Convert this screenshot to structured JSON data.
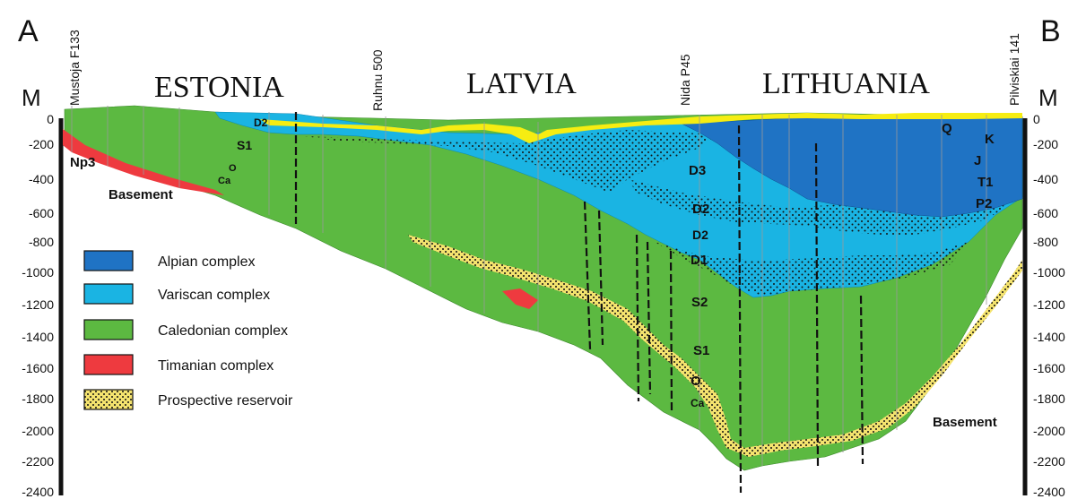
{
  "section": {
    "left_end_label": "A",
    "right_end_label": "B",
    "depth_unit": "M",
    "depth_ticks": [
      "0",
      "-200",
      "-400",
      "-600",
      "-800",
      "-1000",
      "-1200",
      "-1400",
      "-1600",
      "-1800",
      "-2000",
      "-2200",
      "-2400"
    ],
    "right_depth_ticks": [
      "0",
      "-200",
      "-400",
      "-600",
      "-800",
      "-1000",
      "-1200",
      "-1400",
      "-1600",
      "-1800",
      "-2000",
      "-2200",
      "-2400"
    ],
    "countries": [
      "ESTONIA",
      "LATVIA",
      "LITHUANIA"
    ],
    "wells": [
      "Mustoja F133",
      "Ruhnu 500",
      "Nida P45",
      "Pilviskiai 141"
    ],
    "unit_labels": [
      "Np3",
      "Basement",
      "D2",
      "S1",
      "O",
      "Ca",
      "D3",
      "D2",
      "D2",
      "D1",
      "S2",
      "S1",
      "O",
      "Ca",
      "Q",
      "K",
      "J",
      "T1",
      "P2",
      "Basement"
    ]
  },
  "legend": {
    "items": [
      {
        "label": "Alpian complex",
        "color": "#1f73c4",
        "pattern": "solid"
      },
      {
        "label": "Variscan complex",
        "color": "#1ab4e3",
        "pattern": "solid"
      },
      {
        "label": "Caledonian complex",
        "color": "#5cb941",
        "pattern": "solid"
      },
      {
        "label": "Timanian complex",
        "color": "#ee3a3f",
        "pattern": "solid"
      },
      {
        "label": "Prospective reservoir",
        "color": "#f4e36e",
        "pattern": "dots"
      }
    ]
  },
  "colors": {
    "alpian": "#1f73c4",
    "variscan": "#1ab4e3",
    "caledonian": "#5cb941",
    "timanian": "#ee3a3f",
    "quaternary": "#f6ed12",
    "reservoir": "#f4e36e",
    "fault": "#111111"
  }
}
